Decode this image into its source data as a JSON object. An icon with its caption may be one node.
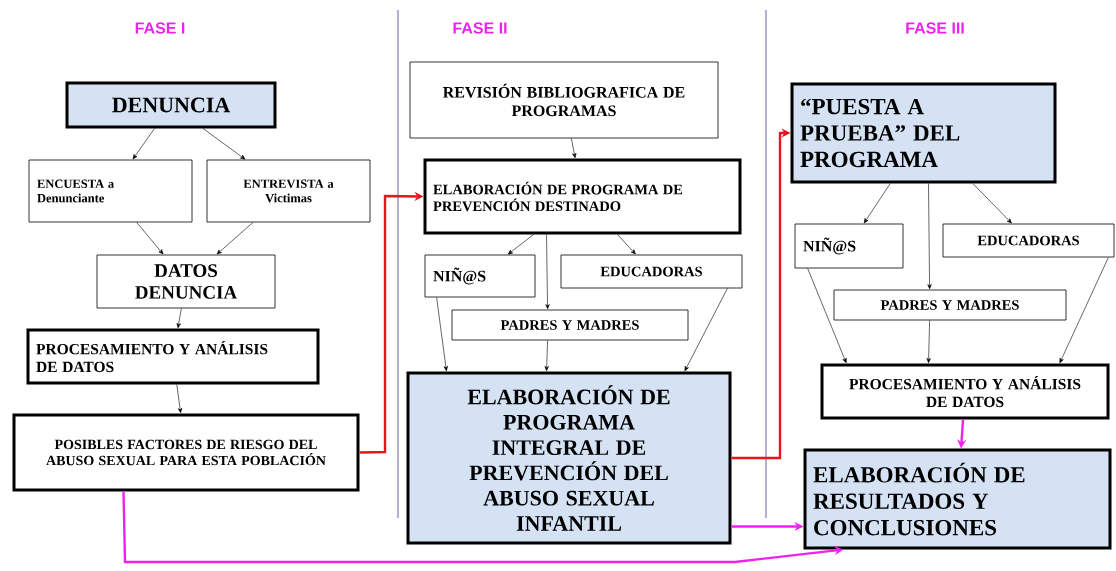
{
  "diagram": {
    "nodes": [
      {
        "text": [
          "DENUNCIA"
        ]
      },
      {
        "text": [
          "ENCUESTA a Denunciante"
        ]
      },
      {
        "text": [
          "ENTREVISTA a Victimas"
        ]
      },
      {
        "text": [
          "DATOS DENUNCIA"
        ]
      },
      {
        "text": [
          "PROCESAMIENTO Y ANÁLISIS DE DATOS"
        ]
      },
      {
        "text": [
          "POSIBLES FACTORES DE RIESGO DEL ABUSO SEXUAL PARA ESTA POBLACIÓN"
        ]
      },
      {
        "text": [
          "REVISIÓN BIBLIOGRAFICA DE PROGRAMAS"
        ]
      },
      {
        "text": [
          "ELABORACIÓN DE PROGRAMA DE PREVENCIÓN DESTINADO"
        ]
      },
      {
        "text": [
          "NIÑ@S"
        ]
      },
      {
        "text": [
          "EDUCADORAS"
        ]
      },
      {
        "text": [
          "PADRES Y MADRES"
        ]
      },
      {
        "text": [
          "ELABORACIÓN DE PROGRAMA INTEGRAL DE PREVENCIÓN DEL ABUSO SEXUAL INFANTIL"
        ]
      },
      {
        "text": [
          "“PUESTA A PRUEBA” DEL PROGRAMA"
        ]
      },
      {
        "text": [
          "NIÑ@S"
        ]
      },
      {
        "text": [
          "EDUCADORAS"
        ]
      },
      {
        "text": [
          "PADRES Y MADRES"
        ]
      },
      {
        "text": [
          "PROCESAMIENTO Y ANÁLISIS DE DATOS"
        ]
      },
      {
        "text": [
          "ELABORACIÓN DE RESULTADOS Y CONCLUSIONES"
        ]
      }
    ],
    "edges": [
      {
        "from": 0,
        "to": 1,
        "arrow": "to"
      },
      {
        "from": 0,
        "to": 2,
        "arrow": "to"
      },
      {
        "from": 1,
        "to": 3,
        "arrow": "to"
      },
      {
        "from": 2,
        "to": 3,
        "arrow": "to"
      },
      {
        "from": 3,
        "to": 4,
        "arrow": "to"
      },
      {
        "from": 4,
        "to": 5,
        "arrow": "to"
      },
      {
        "from": 5,
        "to": 7,
        "arrow": "to",
        "style": "thick",
        "color": "#e8141e"
      },
      {
        "from": 6,
        "to": 7,
        "arrow": "to"
      },
      {
        "from": 7,
        "to": 8,
        "arrow": "to"
      },
      {
        "from": 7,
        "to": 10,
        "arrow": "to"
      },
      {
        "from": 7,
        "to": 9,
        "arrow": "to"
      },
      {
        "from": 8,
        "to": 11,
        "arrow": "to"
      },
      {
        "from": 10,
        "to": 11,
        "arrow": "to"
      },
      {
        "from": 9,
        "to": 11,
        "arrow": "to"
      },
      {
        "from": 11,
        "to": 12,
        "arrow": "to",
        "style": "thick",
        "color": "#e8141e"
      },
      {
        "from": 11,
        "to": 17,
        "arrow": "to",
        "style": "thick",
        "color": "#ee22ee"
      },
      {
        "from": 5,
        "to": 17,
        "arrow": "to",
        "style": "thick",
        "color": "#ee22ee"
      },
      {
        "from": 12,
        "to": 13,
        "arrow": "to"
      },
      {
        "from": 12,
        "to": 15,
        "arrow": "to"
      },
      {
        "from": 12,
        "to": 14,
        "arrow": "to"
      },
      {
        "from": 13,
        "to": 16,
        "arrow": "to"
      },
      {
        "from": 15,
        "to": 16,
        "arrow": "to"
      },
      {
        "from": 14,
        "to": 16,
        "arrow": "to"
      },
      {
        "from": 16,
        "to": 17,
        "arrow": "to",
        "style": "thick",
        "color": "#ee22ee"
      }
    ],
    "labels": [
      "FASE I",
      "FASE II",
      "FASE III"
    ]
  }
}
